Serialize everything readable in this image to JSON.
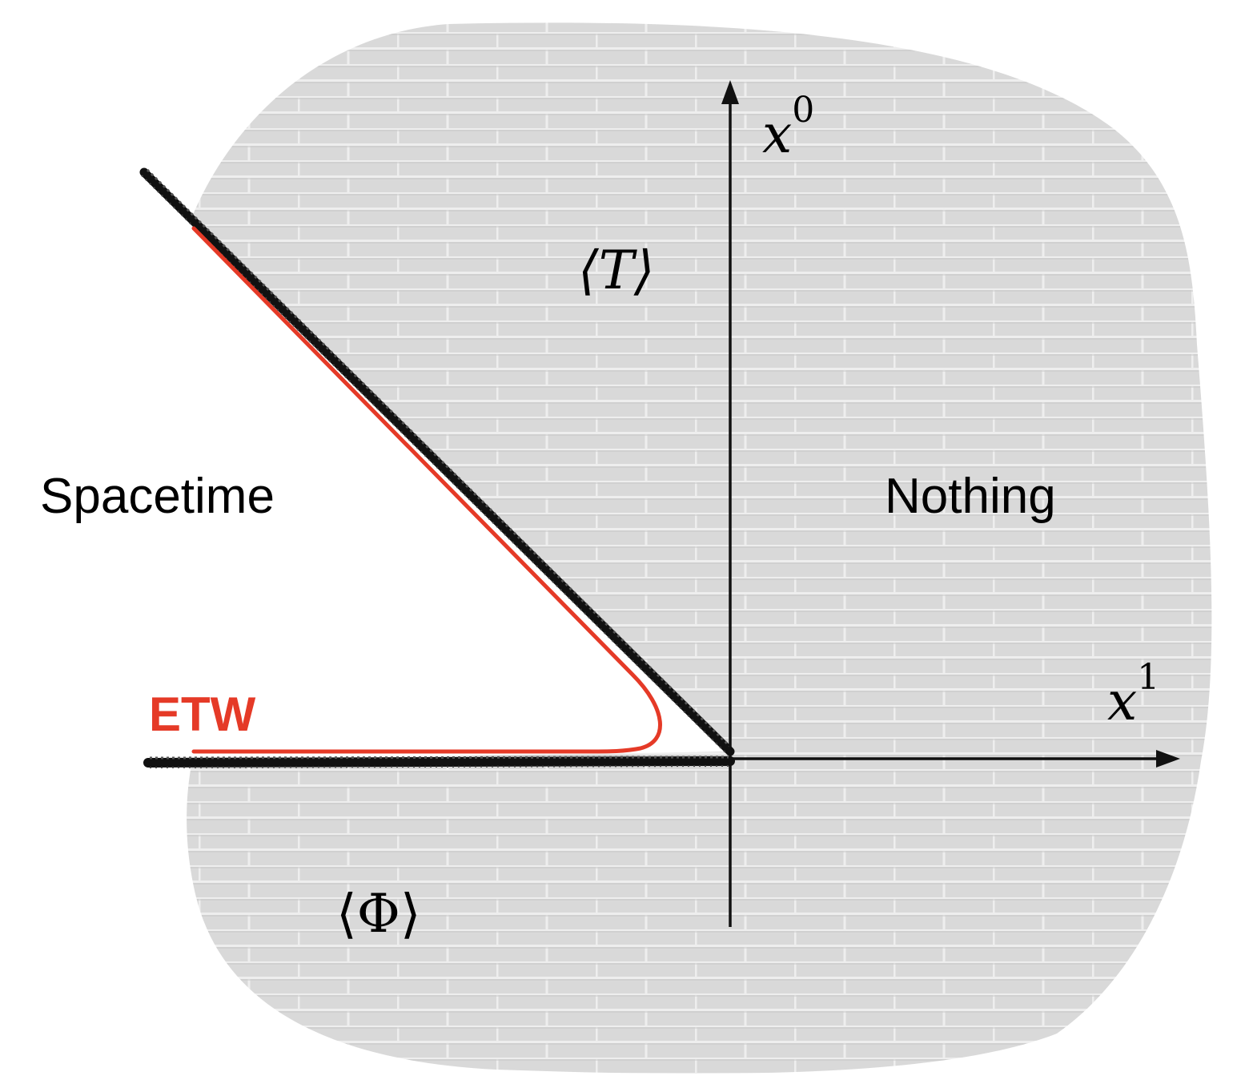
{
  "regions": {
    "spacetime": "Spacetime",
    "nothing": "Nothing"
  },
  "boundary": {
    "label": "ETW"
  },
  "axes": {
    "time_base": "x",
    "time_sup": "0",
    "space_base": "x",
    "space_sup": "1"
  },
  "expectation_values": {
    "tachyon": "⟨T⟩",
    "scalar": "⟨Φ⟩"
  },
  "colors": {
    "wall_fill": "#d9d9d9",
    "brick_line": "#eeeeee",
    "axis": "#111111",
    "etw": "#e53a27",
    "spacetime_bg": "#ffffff",
    "text": "#000000"
  },
  "icons": {
    "wall_texture": "brick-wall-texture",
    "axis_arrow": "arrow-head-icon"
  }
}
